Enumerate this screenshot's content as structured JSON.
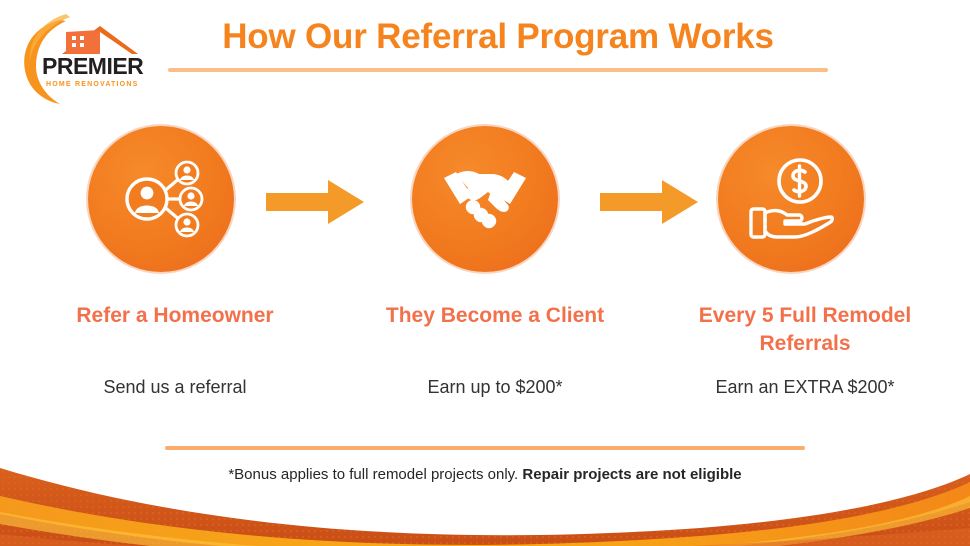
{
  "header": {
    "logo": {
      "name": "premier-home-renovations-logo",
      "brand": "PREMIER",
      "tagline": "HOME RENOVATIONS"
    },
    "title": "How Our Referral Program Works"
  },
  "steps": [
    {
      "icon": "referral-network-icon",
      "heading": "Refer a Homeowner",
      "subtext": "Send us a referral"
    },
    {
      "icon": "handshake-icon",
      "heading": "They Become a Client",
      "subtext": "Earn up to $200*"
    },
    {
      "icon": "hand-holding-money-icon",
      "heading_line1": "Every 5 Full Remodel",
      "heading_line2": "Referrals",
      "subtext": "Earn an EXTRA $200*"
    }
  ],
  "arrows": [
    {
      "name": "arrow-step-1-to-2"
    },
    {
      "name": "arrow-step-2-to-3"
    }
  ],
  "footnote": {
    "regular": "*Bonus applies to full remodel projects only.",
    "bold": "Repair projects are not eligible"
  },
  "colors": {
    "title_orange": "#F5841F",
    "heading_orange": "#F3714A",
    "circle_orange": "#F27D20",
    "arrow_orange": "#F49A28",
    "rule_peach": "#FBBE86",
    "foot_rule": "#F9AE6D",
    "wave_deep": "#D2561A",
    "wave_bright": "#F9A11B",
    "body_text": "#333333",
    "background": "#FFFFFF"
  }
}
